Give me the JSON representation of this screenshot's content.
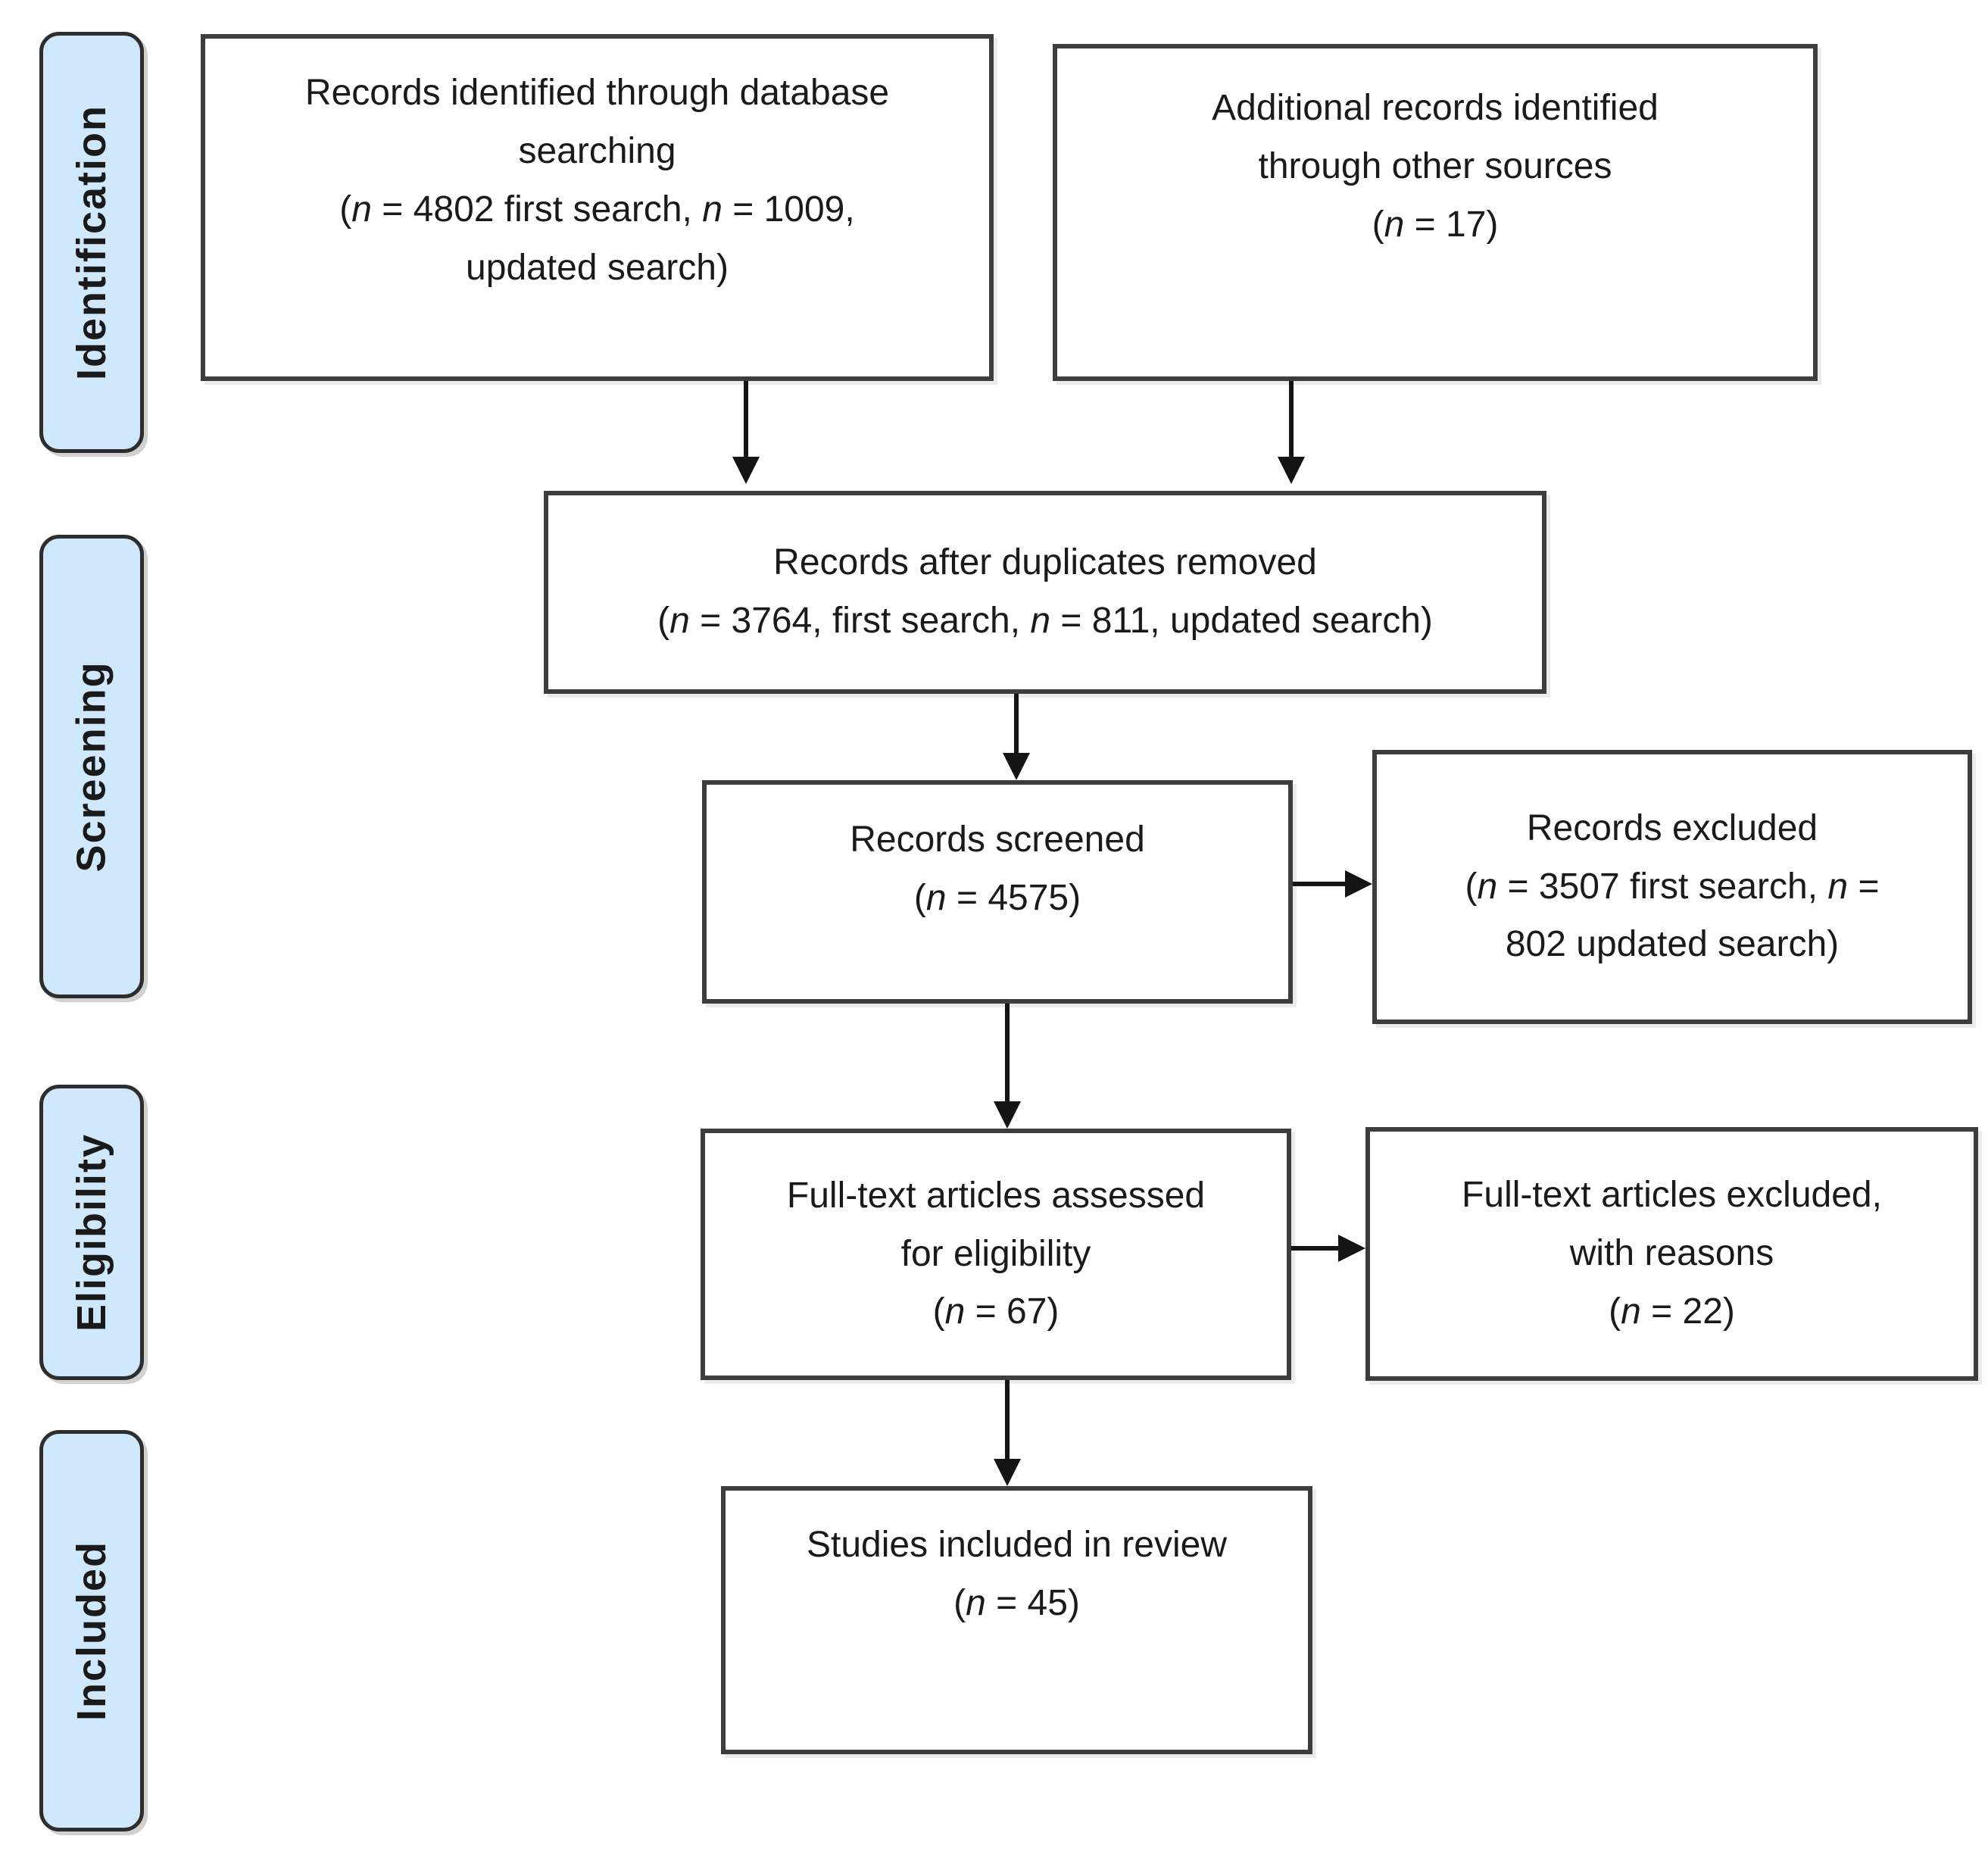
{
  "diagram": {
    "type": "prisma-flow",
    "stages": [
      {
        "label": "Identification"
      },
      {
        "label": "Screening"
      },
      {
        "label": "Eligibility"
      },
      {
        "label": "Included"
      }
    ],
    "boxes": [
      {
        "key": "records-identified",
        "lines": [
          [
            {
              "text": "Records identified through database"
            }
          ],
          [
            {
              "text": "searching"
            }
          ],
          [
            {
              "text": "("
            },
            {
              "text": "n",
              "italic": true
            },
            {
              "text": " = 4802 first search, "
            },
            {
              "text": "n",
              "italic": true
            },
            {
              "text": " = 1009,"
            }
          ],
          [
            {
              "text": "updated search)"
            }
          ]
        ]
      },
      {
        "key": "additional-records",
        "lines": [
          [
            {
              "text": "Additional records identified"
            }
          ],
          [
            {
              "text": "through other sources"
            }
          ],
          [
            {
              "text": "("
            },
            {
              "text": "n",
              "italic": true
            },
            {
              "text": " = 17)"
            }
          ]
        ]
      },
      {
        "key": "after-duplicates",
        "lines": [
          [
            {
              "text": "Records after duplicates removed"
            }
          ],
          [
            {
              "text": "("
            },
            {
              "text": "n",
              "italic": true
            },
            {
              "text": " = 3764, first search, "
            },
            {
              "text": "n",
              "italic": true
            },
            {
              "text": " = 811, updated search)"
            }
          ]
        ]
      },
      {
        "key": "records-screened",
        "lines": [
          [
            {
              "text": "Records screened"
            }
          ],
          [
            {
              "text": "("
            },
            {
              "text": "n",
              "italic": true
            },
            {
              "text": " = 4575)"
            }
          ]
        ]
      },
      {
        "key": "records-excluded",
        "lines": [
          [
            {
              "text": "Records excluded"
            }
          ],
          [
            {
              "text": "("
            },
            {
              "text": "n",
              "italic": true
            },
            {
              "text": " = 3507 first search, "
            },
            {
              "text": "n",
              "italic": true
            },
            {
              "text": " ="
            }
          ],
          [
            {
              "text": "802 updated search)"
            }
          ]
        ]
      },
      {
        "key": "fulltext-assessed",
        "lines": [
          [
            {
              "text": "Full-text articles assessed"
            }
          ],
          [
            {
              "text": "for eligibility"
            }
          ],
          [
            {
              "text": "("
            },
            {
              "text": "n",
              "italic": true
            },
            {
              "text": " = 67)"
            }
          ]
        ]
      },
      {
        "key": "fulltext-excluded",
        "lines": [
          [
            {
              "text": "Full-text articles excluded,"
            }
          ],
          [
            {
              "text": "with reasons"
            }
          ],
          [
            {
              "text": "("
            },
            {
              "text": "n",
              "italic": true
            },
            {
              "text": " = 22)"
            }
          ]
        ]
      },
      {
        "key": "studies-included",
        "lines": [
          [
            {
              "text": "Studies included in review"
            }
          ],
          [
            {
              "text": "("
            },
            {
              "text": "n",
              "italic": true
            },
            {
              "text": " = 45)"
            }
          ]
        ]
      }
    ],
    "colors": {
      "stage_fill": "#cfe8fb",
      "stage_border": "#2e2e2e",
      "box_fill": "#ffffff",
      "box_border": "#3d3d3d",
      "arrow": "#141414",
      "text": "#1a1a1a"
    }
  }
}
